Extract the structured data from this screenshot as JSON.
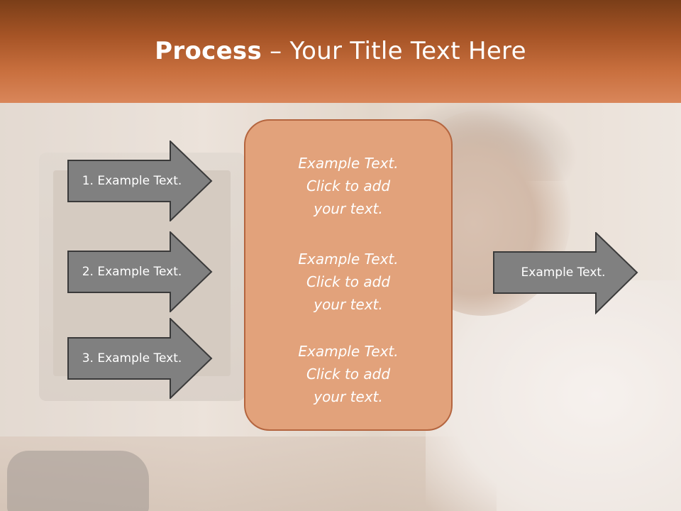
{
  "title": {
    "bold": "Process",
    "rest": " – Your Title Text Here"
  },
  "left_arrows": [
    {
      "label": "1. Example Text."
    },
    {
      "label": "2. Example Text."
    },
    {
      "label": "3. Example Text."
    }
  ],
  "center_box": {
    "blocks": [
      {
        "lines": [
          "Example Text.",
          "Click  to add",
          "your text."
        ]
      },
      {
        "lines": [
          "Example Text.",
          "Click  to add",
          "your text."
        ]
      },
      {
        "lines": [
          "Example Text.",
          "Click  to add",
          "your text."
        ]
      }
    ]
  },
  "output_arrow": {
    "label": "Example Text."
  },
  "colors": {
    "header_dark": "#7a3e18",
    "header_light": "#d9865a",
    "arrow_fill": "#808080",
    "center_fill": "#e2a27b",
    "center_border": "#b4653f"
  }
}
